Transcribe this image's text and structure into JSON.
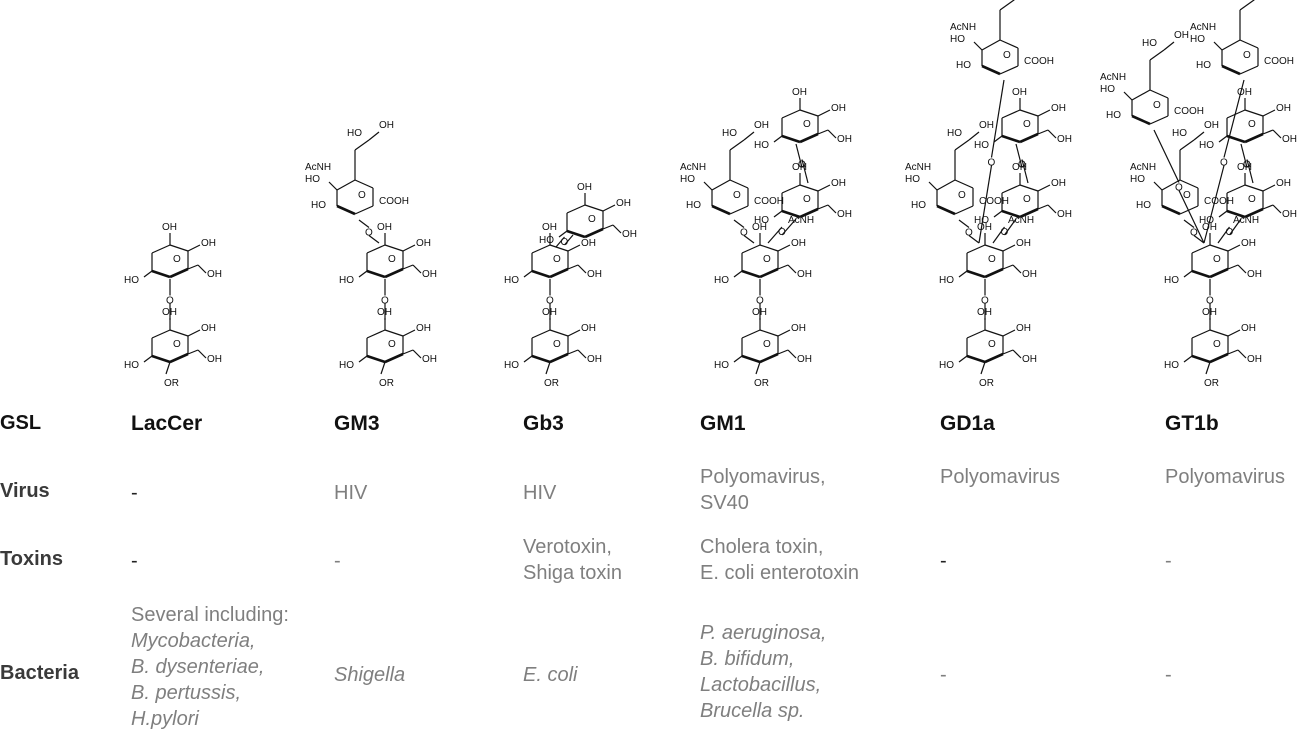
{
  "row_labels": {
    "gsl": "GSL",
    "virus": "Virus",
    "toxins": "Toxins",
    "bacteria": "Bacteria"
  },
  "columns": [
    {
      "name": "LacCer",
      "virus": "-",
      "toxins": "-",
      "bacteria": [
        "Several including:",
        "Mycobacteria,",
        "B. dysenteriae,",
        "B. pertussis,",
        "H.pylori"
      ]
    },
    {
      "name": "GM3",
      "virus": "HIV",
      "toxins": "-",
      "bacteria": [
        "Shigella"
      ]
    },
    {
      "name": "Gb3",
      "virus": "HIV",
      "toxins": [
        "Verotoxin,",
        "Shiga toxin"
      ],
      "bacteria": [
        "E. coli"
      ]
    },
    {
      "name": "GM1",
      "virus": [
        "Polyomavirus,",
        "SV40"
      ],
      "toxins": [
        "Cholera toxin,",
        "E. coli enterotoxin"
      ],
      "bacteria": [
        "P. aeruginosa,",
        "B. bifidum,",
        "Lactobacillus,",
        "Brucella sp."
      ]
    },
    {
      "name": "GD1a",
      "virus": "Polyomavirus",
      "toxins": "-",
      "bacteria": "-"
    },
    {
      "name": "GT1b",
      "virus": "Polyomavirus",
      "toxins": "-",
      "bacteria": "-"
    }
  ],
  "chem_labels": {
    "oh": "OH",
    "ho": "HO",
    "or": "OR",
    "o": "O",
    "cooh": "COOH",
    "acnh": "AcNH"
  }
}
